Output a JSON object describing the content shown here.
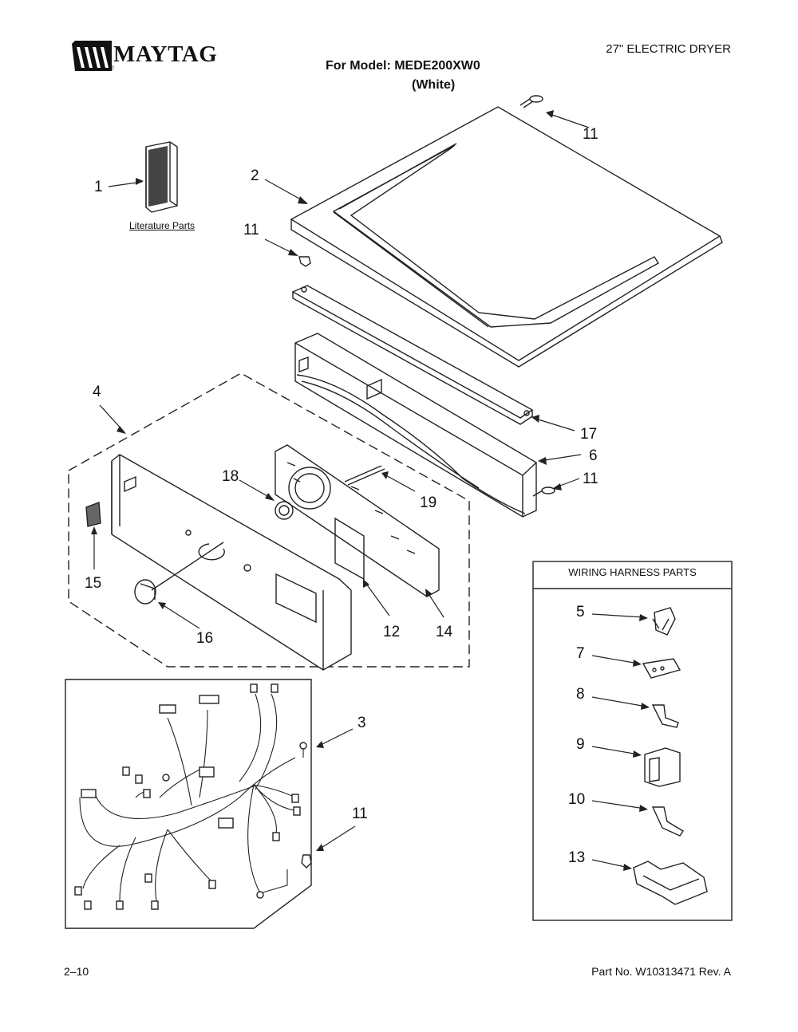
{
  "header": {
    "brand": "MAYTAG",
    "registered_mark": "®",
    "document_type": "27\" ELECTRIC DRYER",
    "model_line": "For Model: MEDE200XW0",
    "model_color": "(White)"
  },
  "literature": {
    "label": "Literature Parts"
  },
  "callouts": {
    "c1": "1",
    "c2": "2",
    "c11_top": "11",
    "c11_left": "11",
    "c17": "17",
    "c6": "6",
    "c11_right": "11",
    "c19": "19",
    "c4": "4",
    "c18": "18",
    "c15": "15",
    "c16": "16",
    "c12": "12",
    "c14": "14",
    "c3": "3",
    "c11_harness": "11"
  },
  "wiring_harness": {
    "title": "WIRING HARNESS PARTS",
    "items": [
      "5",
      "7",
      "8",
      "9",
      "10",
      "13"
    ]
  },
  "footer": {
    "page": "2–10",
    "part_number": "Part No. W10313471 Rev. A"
  }
}
